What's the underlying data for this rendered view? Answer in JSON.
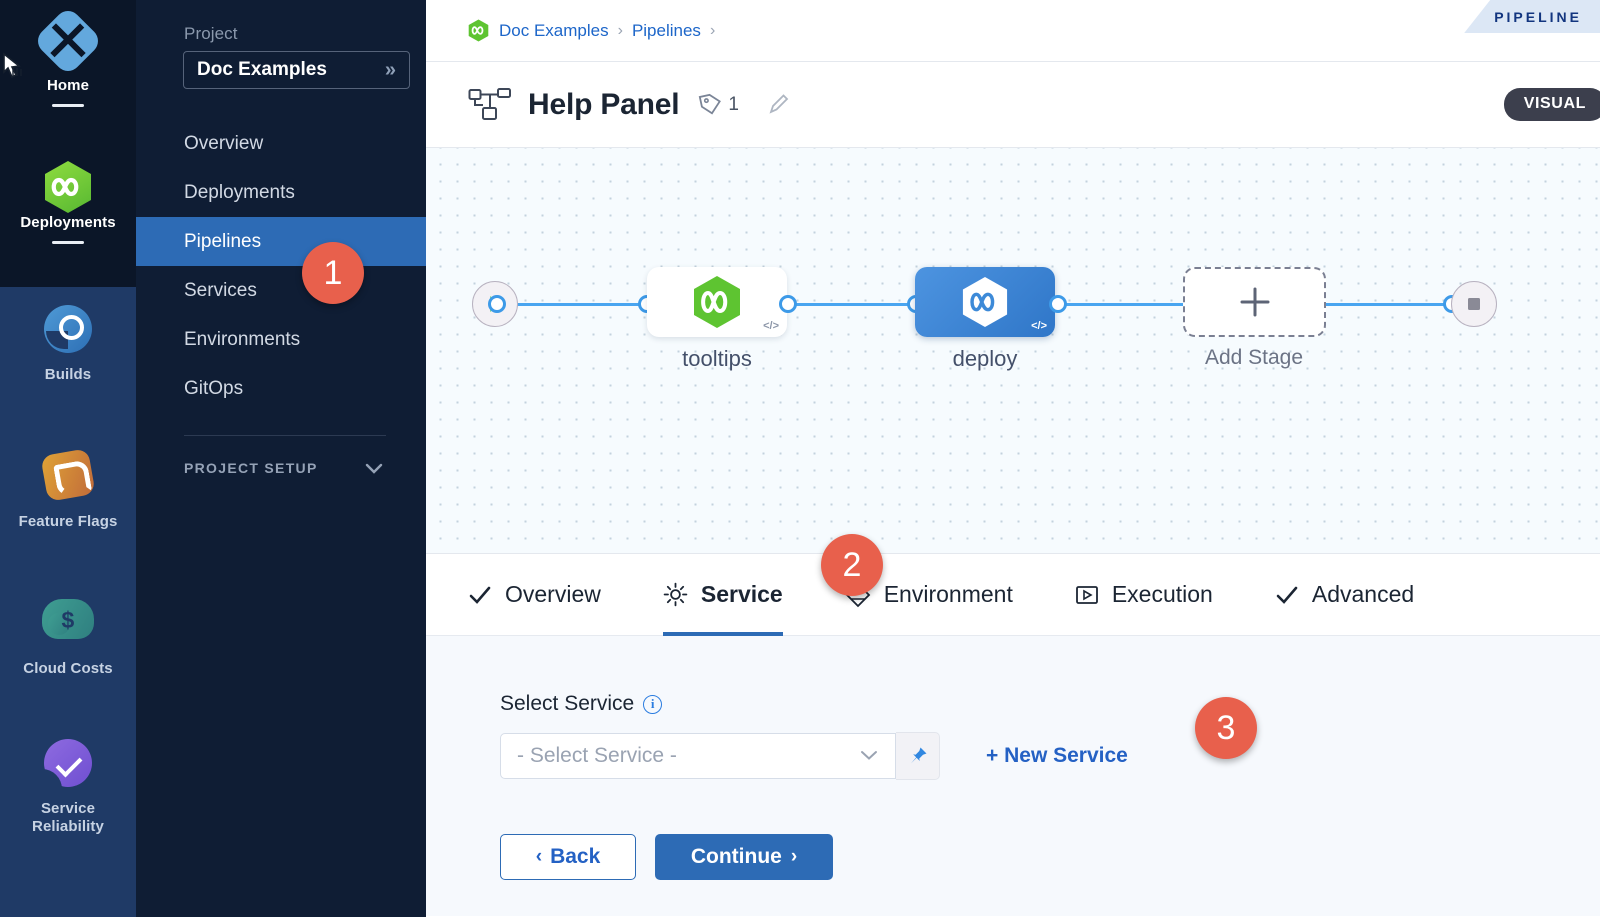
{
  "module_rail": {
    "items": [
      {
        "label": "Home",
        "icon": "grid-diamond-icon",
        "active": true,
        "underline": true
      },
      {
        "label": "Deployments",
        "icon": "deployments-hexagon-infinity-icon",
        "active": true,
        "underline": true
      },
      {
        "label": "Builds",
        "icon": "builds-icon",
        "active": false,
        "underline": false
      },
      {
        "label": "Feature Flags",
        "icon": "feature-flags-icon",
        "active": false,
        "underline": false
      },
      {
        "label": "Cloud Costs",
        "icon": "cloud-costs-dollar-icon",
        "active": false,
        "underline": false
      },
      {
        "label": "Service Reliability",
        "icon": "service-reliability-check-icon",
        "active": false,
        "underline": false
      }
    ]
  },
  "project_nav": {
    "section_label": "Project",
    "project_selector": {
      "value": "Doc Examples",
      "expand_icon": "double-chevron-right-icon"
    },
    "items": [
      {
        "label": "Overview",
        "active": false
      },
      {
        "label": "Deployments",
        "active": false
      },
      {
        "label": "Pipelines",
        "active": true
      },
      {
        "label": "Services",
        "active": false
      },
      {
        "label": "Environments",
        "active": false
      },
      {
        "label": "GitOps",
        "active": false
      }
    ],
    "setup": {
      "label": "PROJECT SETUP",
      "icon": "chevron-down-icon"
    }
  },
  "breadcrumb": {
    "project_icon": "harness-hexagon-icon",
    "crumbs": [
      {
        "label": "Doc Examples",
        "link": true
      },
      {
        "label": "Pipelines",
        "link": true
      }
    ],
    "separator": "›"
  },
  "ribbon": {
    "label": "PIPELINE"
  },
  "title_bar": {
    "icon": "pipeline-nodes-icon",
    "title": "Help Panel",
    "tag_icon": "tag-icon",
    "tag_count": "1",
    "edit_icon": "pencil-edit-icon",
    "mode_badge": "VISUAL"
  },
  "canvas": {
    "start_node": {
      "icon": "play-triangle-icon",
      "name": "pipeline-start"
    },
    "end_node": {
      "icon": "stop-square-icon",
      "name": "pipeline-end"
    },
    "stages": [
      {
        "label": "tooltips",
        "variant": "light",
        "icon": "harness-hexagon-green-icon",
        "code_badge": "</>"
      },
      {
        "label": "deploy",
        "variant": "blue",
        "icon": "harness-hexagon-white-icon",
        "code_badge": "</>"
      },
      {
        "label": "Add Stage",
        "variant": "dashed",
        "icon": "plus-icon",
        "code_badge": ""
      }
    ]
  },
  "tabs": [
    {
      "label": "Overview",
      "icon": "check-icon",
      "active": false
    },
    {
      "label": "Service",
      "icon": "gear-icon",
      "active": true
    },
    {
      "label": "Environment",
      "icon": "layers-diamond-icon",
      "active": false
    },
    {
      "label": "Execution",
      "icon": "play-box-icon",
      "active": false
    },
    {
      "label": "Advanced",
      "icon": "check-icon",
      "active": false
    }
  ],
  "form": {
    "field_label": "Select Service",
    "info_icon": "info-icon",
    "select_value": "- Select Service -",
    "select_chevron": "chevron-down-icon",
    "pin_icon": "pin-icon",
    "new_service_label": "+ New Service",
    "back_label": "Back",
    "back_chevron": "‹",
    "continue_label": "Continue",
    "continue_chevron": "›"
  },
  "markers": [
    {
      "number": "1",
      "target": "sidebar-item-pipelines"
    },
    {
      "number": "2",
      "target": "tab-service"
    },
    {
      "number": "3",
      "target": "new-service-link"
    }
  ],
  "colors": {
    "accent_blue": "#2d6bb5",
    "marker_orange": "#e8604c",
    "link_blue": "#1d66c9",
    "rail_dark": "#0b1628",
    "rail_navy": "#1f3a66",
    "sidebar_navy": "#0f1d34",
    "canvas_bg": "#f6fbfe",
    "panel_bg": "#f6f9fd"
  }
}
